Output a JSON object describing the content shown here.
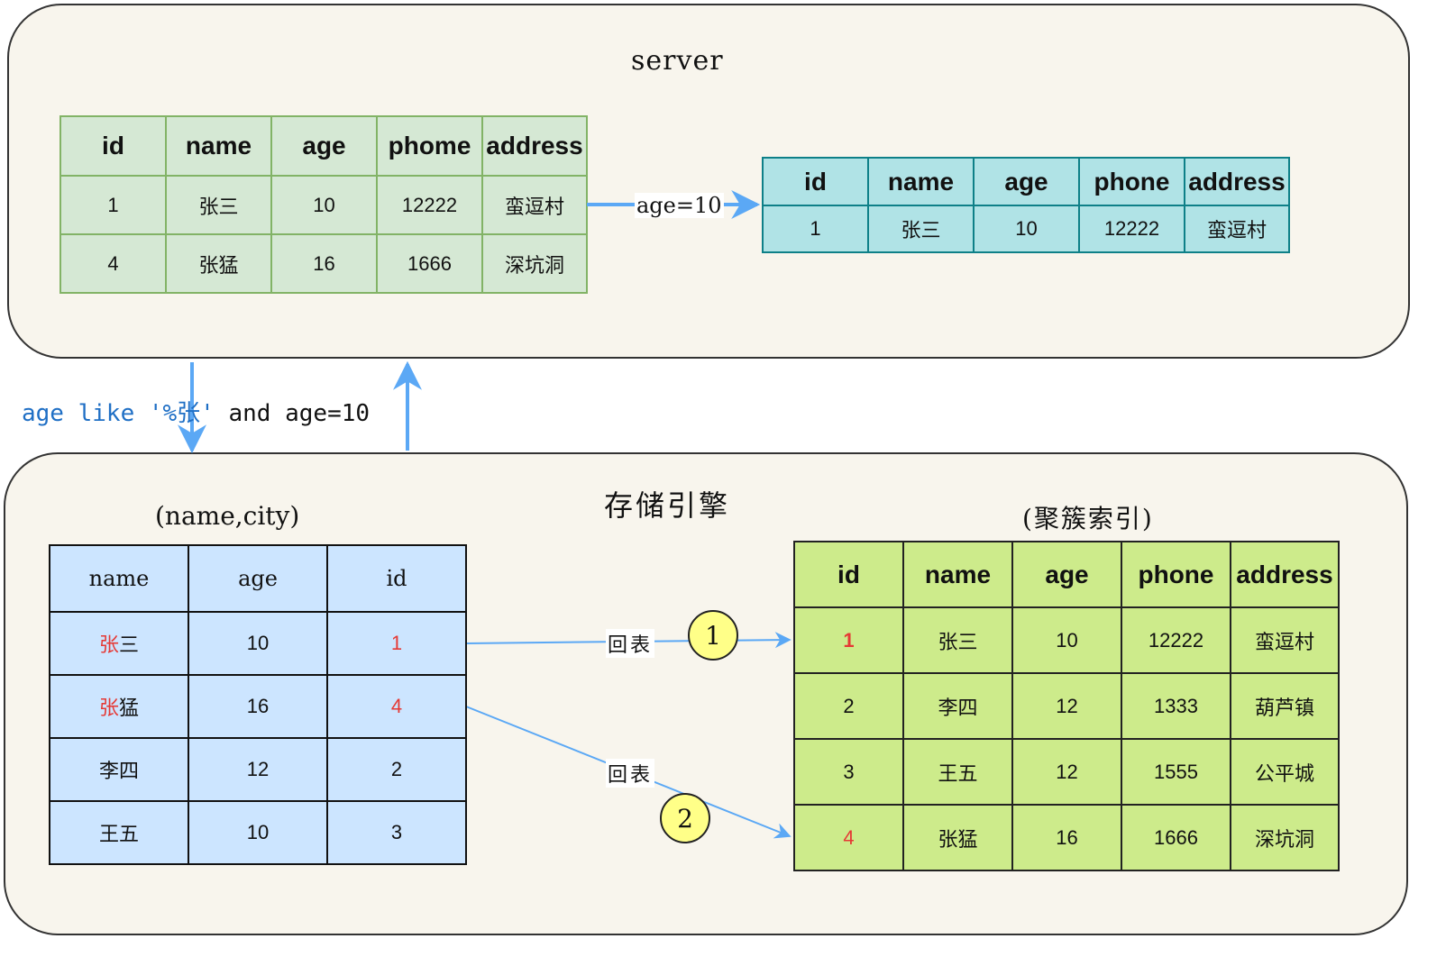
{
  "server": {
    "title": "server",
    "source_table": {
      "columns": [
        "id",
        "name",
        "age",
        "phome",
        "address"
      ],
      "rows": [
        [
          "1",
          "张三",
          "10",
          "12222",
          "蛮逗村"
        ],
        [
          "4",
          "张猛",
          "16",
          "1666",
          "深坑洞"
        ]
      ]
    },
    "filter_label": "age=10",
    "result_table": {
      "columns": [
        "id",
        "name",
        "age",
        "phone",
        "address"
      ],
      "rows": [
        [
          "1",
          "张三",
          "10",
          "12222",
          "蛮逗村"
        ]
      ]
    }
  },
  "pushdown": {
    "query_part1": "age like '%张'",
    "query_part2": " and age=10"
  },
  "engine": {
    "title": "存储引擎",
    "index_caption": "(name,city)",
    "clustered_caption": "(聚簇索引)",
    "index_table": {
      "columns": [
        "name",
        "age",
        "id"
      ],
      "rows": [
        {
          "name_prefix": "张",
          "name_rest": "三",
          "age": "10",
          "id": "1"
        },
        {
          "name_prefix": "张",
          "name_rest": "猛",
          "age": "16",
          "id": "4"
        },
        {
          "name_prefix": "",
          "name_rest": "李四",
          "age": "12",
          "id": "2"
        },
        {
          "name_prefix": "",
          "name_rest": "王五",
          "age": "10",
          "id": "3"
        }
      ]
    },
    "clustered_table": {
      "columns": [
        "id",
        "name",
        "age",
        "phone",
        "address"
      ],
      "rows": [
        [
          "1",
          "张三",
          "10",
          "12222",
          "蛮逗村"
        ],
        [
          "2",
          "李四",
          "12",
          "1333",
          "葫芦镇"
        ],
        [
          "3",
          "王五",
          "12",
          "1555",
          "公平城"
        ],
        [
          "4",
          "张猛",
          "16",
          "1666",
          "深坑洞"
        ]
      ]
    },
    "lookup_label_1": "回表",
    "lookup_label_2": "回表",
    "step_1": "1",
    "step_2": "2"
  },
  "colors": {
    "arrow_blue": "#5ba8f5",
    "highlight_red": "#e53935",
    "query_blue": "#1f6fc5",
    "step_circle": "#ffff88"
  }
}
